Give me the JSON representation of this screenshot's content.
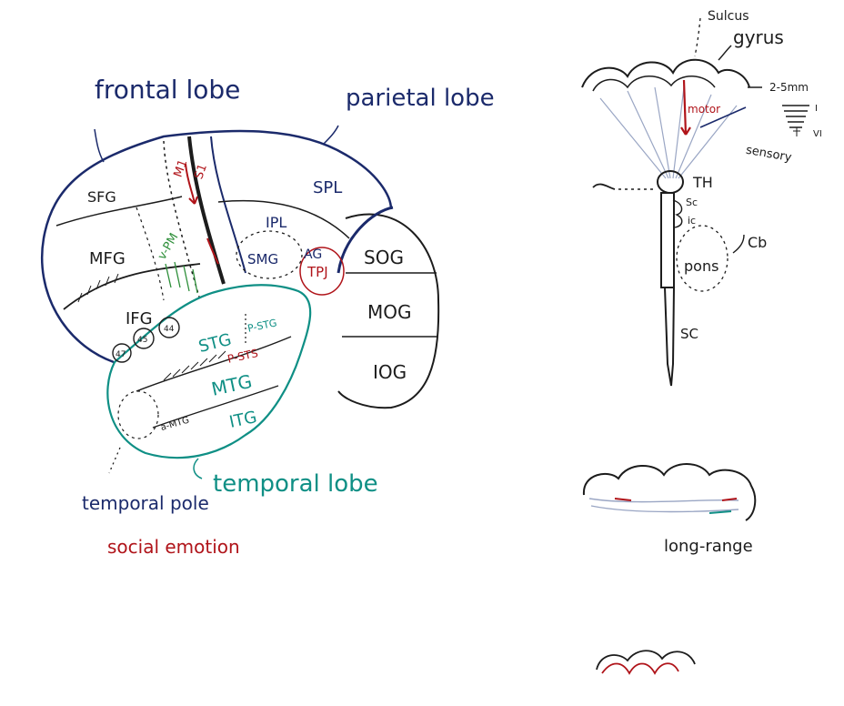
{
  "brain_diagram": {
    "lobes": {
      "frontal": "frontal lobe",
      "parietal": "parietal lobe",
      "temporal": "temporal lobe"
    },
    "regions": {
      "sfg": "SFG",
      "mfg": "MFG",
      "ifg": "IFG",
      "m1": "M1",
      "s1": "S1",
      "vpm": "v-PM",
      "spl": "SPL",
      "ipl": "IPL",
      "smg": "SMG",
      "ag": "AG",
      "tpj": "TPJ",
      "sog": "SOG",
      "mog": "MOG",
      "iog": "IOG",
      "stg": "STG",
      "pstg": "P-STG",
      "psts": "P-STS",
      "mtg": "MTG",
      "itg": "ITG",
      "amtg": "a-MTG"
    },
    "ifg_parts": {
      "p44": "44",
      "p45": "45",
      "p47": "47"
    },
    "temporal_pole": "temporal pole",
    "social_emotion": "social emotion"
  },
  "cortex_column": {
    "sulcus": "Sulcus",
    "gyrus": "gyrus",
    "thickness": "2-5mm",
    "layer_top": "I",
    "layer_bottom": "VI",
    "motor": "motor",
    "sensory": "sensory",
    "th": "TH",
    "sc1": "Sc",
    "ic": "ic",
    "pons": "pons",
    "cb": "Cb",
    "sc2": "SC"
  },
  "long_range": {
    "label": "long-range"
  }
}
